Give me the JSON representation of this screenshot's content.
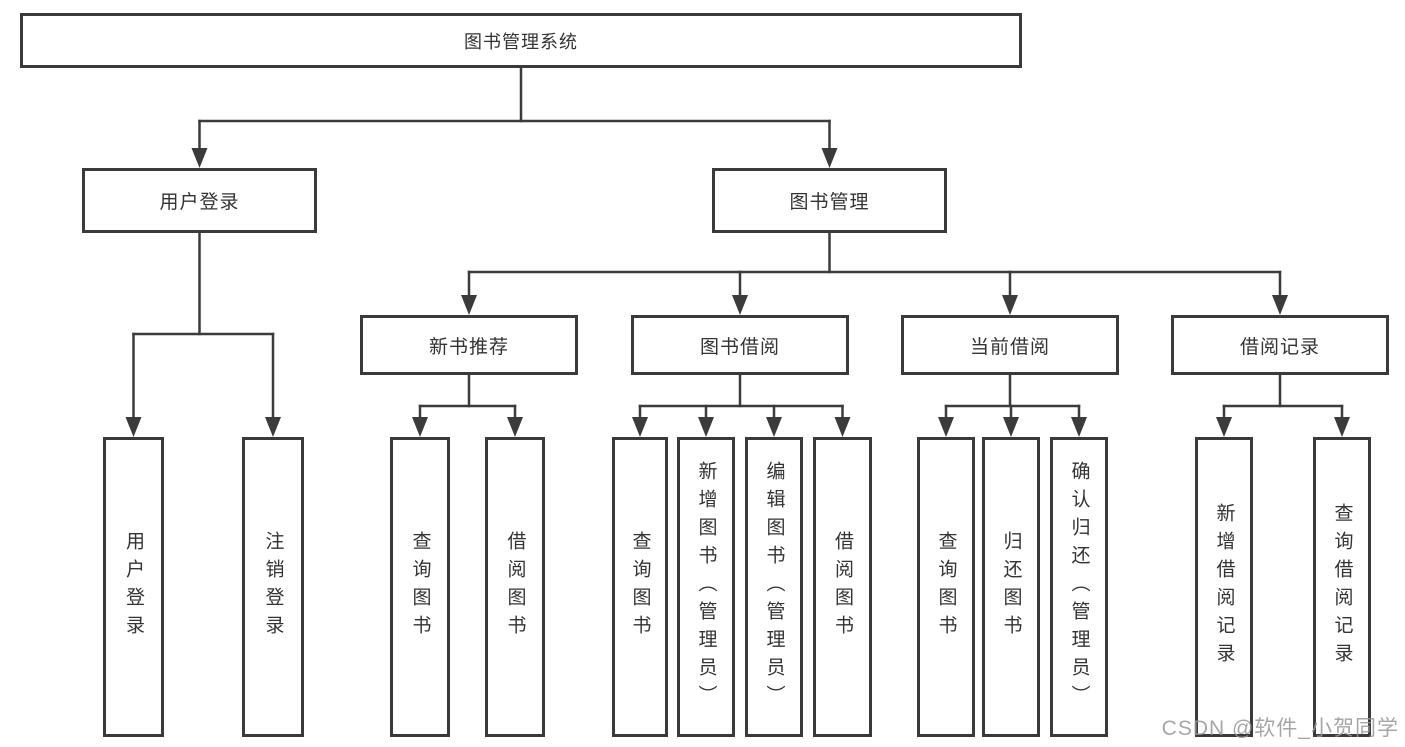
{
  "diagram": {
    "tree": {
      "root": {
        "label": "图书管理系统",
        "children": [
          {
            "label": "用户登录",
            "children": [
              {
                "label": "用户登录"
              },
              {
                "label": "注销登录"
              }
            ]
          },
          {
            "label": "图书管理",
            "children": [
              {
                "label": "新书推荐",
                "children": [
                  {
                    "label": "查询图书"
                  },
                  {
                    "label": "借阅图书"
                  }
                ]
              },
              {
                "label": "图书借阅",
                "children": [
                  {
                    "label": "查询图书"
                  },
                  {
                    "label": "新增图书（管理员）"
                  },
                  {
                    "label": "编辑图书（管理员）"
                  },
                  {
                    "label": "借阅图书"
                  }
                ]
              },
              {
                "label": "当前借阅",
                "children": [
                  {
                    "label": "查询图书"
                  },
                  {
                    "label": "归还图书"
                  },
                  {
                    "label": "确认归还（管理员）"
                  }
                ]
              },
              {
                "label": "借阅记录",
                "children": [
                  {
                    "label": "新增借阅记录"
                  },
                  {
                    "label": "查询借阅记录"
                  }
                ]
              }
            ]
          }
        ]
      }
    },
    "line_color": "#3b3b3b"
  },
  "watermark": {
    "text": "CSDN @软件_小贺同学"
  }
}
